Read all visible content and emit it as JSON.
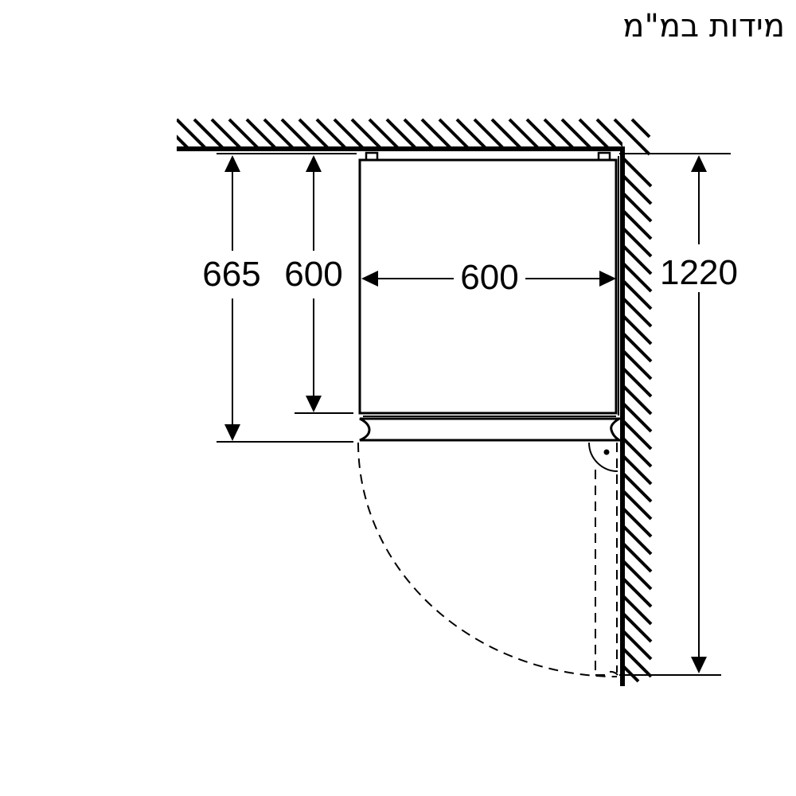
{
  "title": "מידות במ\"מ",
  "colors": {
    "line": "#000000",
    "background": "#ffffff"
  },
  "dimensions": {
    "depth_with_door": "665",
    "depth_body": "600",
    "width": "600",
    "door_clearance": "1220"
  }
}
